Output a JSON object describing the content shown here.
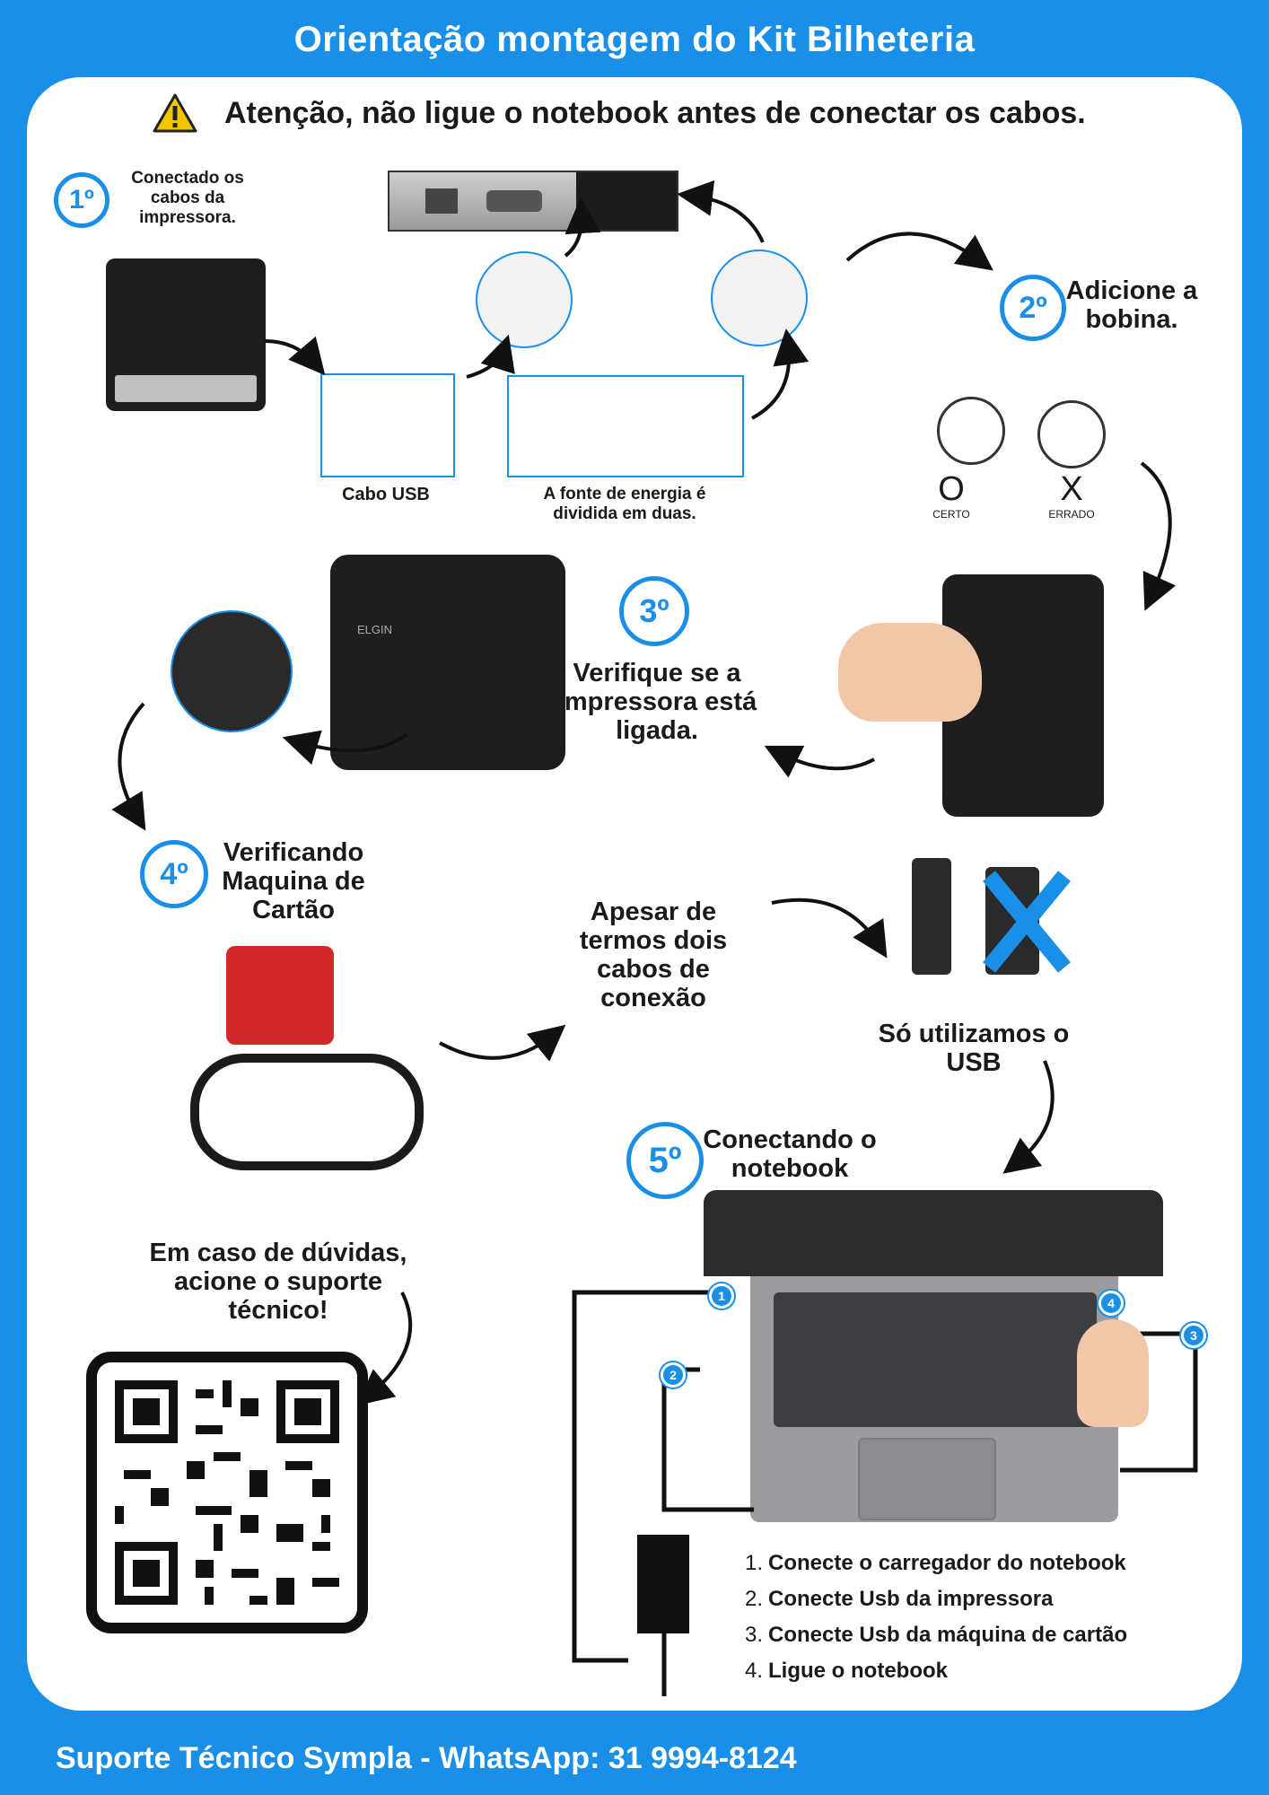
{
  "header": {
    "title": "Orientação montagem do Kit Bilheteria"
  },
  "warning": {
    "text": "Atenção, não ligue o notebook antes de conectar os cabos.",
    "icon": "warning-triangle-icon"
  },
  "steps": {
    "s1": {
      "badge": "1º",
      "text": "Conectado os cabos da impressora."
    },
    "s2": {
      "badge": "2º",
      "text": "Adicione a bobina."
    },
    "s3": {
      "badge": "3º",
      "text": "Verifique se a impressora está ligada."
    },
    "s4": {
      "badge": "4º",
      "text": "Verificando Maquina de Cartão"
    },
    "s5": {
      "badge": "5º",
      "text": "Conectando o notebook"
    }
  },
  "labels": {
    "usb_cable": "Cabo USB",
    "power": "A fonte de energia é dividida em duas.",
    "printer_brand": "ELGIN",
    "certo_mark": "O",
    "certo": "CERTO",
    "errado_mark": "X",
    "errado": "ERRADO",
    "apesar": "Apesar de termos dois cabos de conexão",
    "so_usb": "Só utilizamos o USB",
    "duvidas": "Em caso de dúvidas, acione o suporte técnico!"
  },
  "laptop_markers": [
    "1",
    "2",
    "3",
    "4"
  ],
  "instructions": [
    {
      "num": "1.",
      "text": "Conecte o carregador do notebook"
    },
    {
      "num": "2.",
      "text": "Conecte Usb da impressora"
    },
    {
      "num": "3.",
      "text": "Conecte Usb da máquina de cartão"
    },
    {
      "num": "4.",
      "text": "Ligue o notebook"
    }
  ],
  "footer": {
    "text": "Suporte Técnico Sympla - WhatsApp: 31 9994-8124"
  },
  "colors": {
    "brand_blue": "#1a8fe8",
    "dark": "#1a1a1a"
  }
}
